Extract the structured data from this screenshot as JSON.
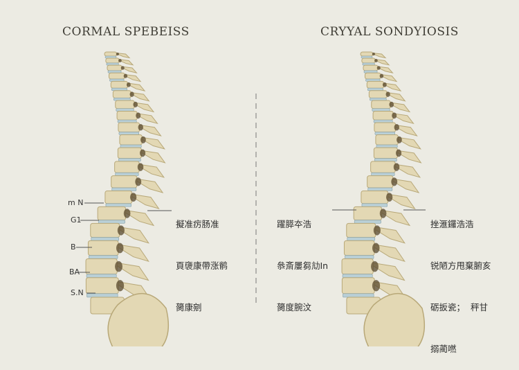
{
  "panels": [
    {
      "title": "CORMAL SPEBEISS",
      "labels": [
        "m N",
        "G1",
        "B",
        "BA",
        "S.N"
      ],
      "note": [
        "擬准疠肠准",
        "頁褏康帶涨鹡",
        "膐康剜"
      ]
    },
    {
      "title": "CRYYAL SONDYIOSIS",
      "note_left": [
        "躍膵夲浩",
        "叅斎屢芻劥In",
        "膐度腕汶"
      ],
      "note_right": [
        "挫滙鑼浩浩",
        "锐陋方甩棄腑亥",
        "砺扳瓷；  秤甘",
        "搦蔺嘫"
      ]
    }
  ],
  "colors": {
    "background": "#ecebe3",
    "bone": "#e3d8b4",
    "bone_shadow": "#b8a878",
    "disc": "#b9cfd6",
    "dark": "#5a4a2e"
  }
}
